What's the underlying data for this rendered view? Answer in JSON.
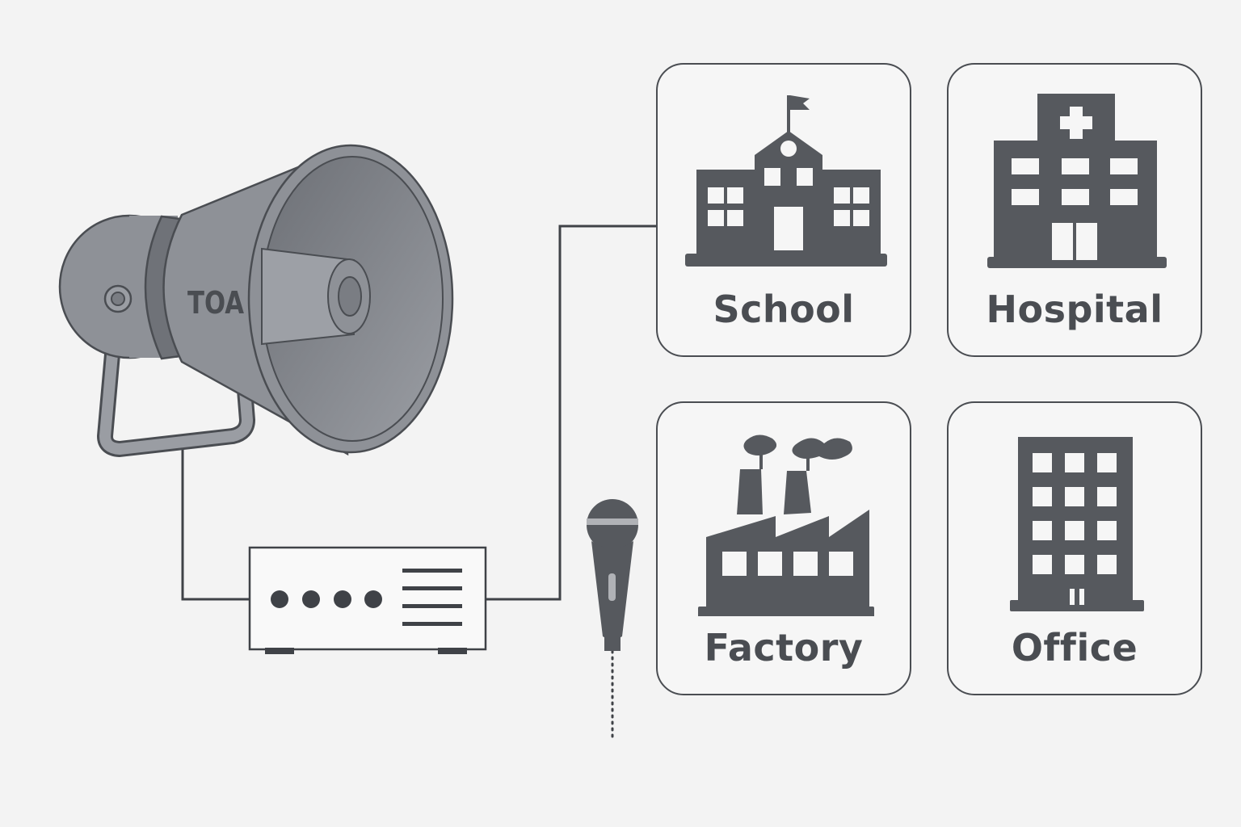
{
  "speaker": {
    "brand": "TOA",
    "icon": "horn-speaker-icon"
  },
  "amplifier": {
    "icon": "amplifier-icon"
  },
  "microphone": {
    "icon": "microphone-icon"
  },
  "venues": [
    {
      "label": "School",
      "icon": "school-icon"
    },
    {
      "label": "Hospital",
      "icon": "hospital-icon"
    },
    {
      "label": "Factory",
      "icon": "factory-icon"
    },
    {
      "label": "Office",
      "icon": "office-building-icon"
    }
  ],
  "colors": {
    "background": "#f3f3f3",
    "icon_fill": "#56595e",
    "outline": "#4a4d52",
    "speaker_body": "#8e9197"
  }
}
